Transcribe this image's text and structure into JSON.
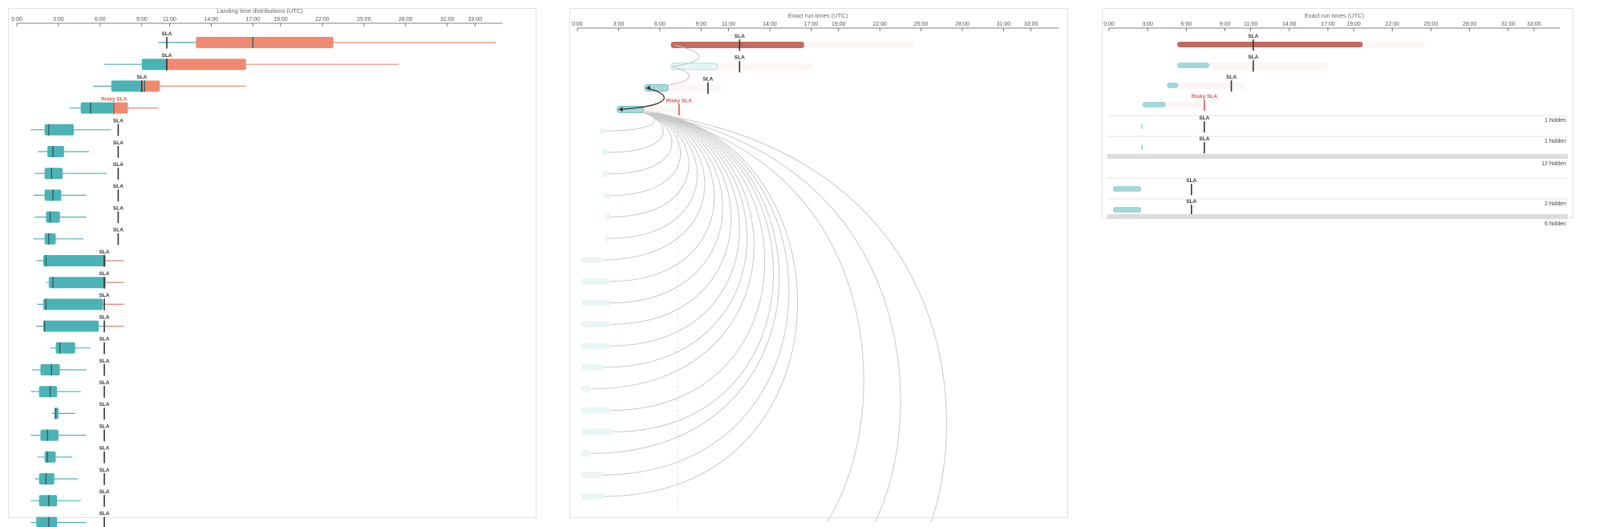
{
  "colors": {
    "teal": "#4bb3b6",
    "teal_dark": "#2e7f82",
    "salmon": "#ef8a70",
    "brick": "#c56a5d",
    "risk": "#d9534f",
    "axis": "#555555",
    "connector": "#c8c8c8",
    "hidden_bar": "#dcdcdc"
  },
  "axis_ticks": [
    "0:00",
    "3:00",
    "6:00",
    "9:00",
    "11:00",
    "14:00",
    "17:00",
    "19:00",
    "22:00",
    "25:00",
    "28:00",
    "31:00",
    "33:00"
  ],
  "markers": {
    "sla": "SLA",
    "risky_sla": "Risky SLA"
  },
  "chart_data": [
    {
      "type": "box",
      "title": "Landing time distributions (UTC)",
      "x_unit": "hours since 0:00",
      "xlim": [
        0,
        35
      ],
      "rows": [
        {
          "whisker": [
            10.2,
            34.5
          ],
          "box": [
            12.9,
            22.8
          ],
          "median": 17.0,
          "sla": 10.8,
          "sla_label": "SLA",
          "tone": "late"
        },
        {
          "whisker": [
            6.3,
            27.5
          ],
          "box": [
            9.0,
            16.5
          ],
          "median": 10.8,
          "sla": 10.8,
          "sla_label": "SLA",
          "tone": "split",
          "split_at": 10.8
        },
        {
          "whisker": [
            5.5,
            16.5
          ],
          "box": [
            6.8,
            10.3
          ],
          "median": 9.2,
          "sla": 9.0,
          "sla_label": "SLA",
          "tone": "split",
          "split_at": 9.0
        },
        {
          "whisker": [
            3.8,
            10.2
          ],
          "box": [
            4.6,
            8.0
          ],
          "median": 5.3,
          "sla": 7.0,
          "sla_label": "Risky SLA",
          "tone": "split",
          "split_at": 7.0,
          "risky": true
        },
        {
          "whisker": [
            1.0,
            6.8
          ],
          "box": [
            2.0,
            4.1
          ],
          "median": 2.3,
          "sla": 7.3,
          "sla_label": "SLA",
          "tone": "ok"
        },
        {
          "whisker": [
            1.5,
            5.2
          ],
          "box": [
            2.2,
            3.4
          ],
          "median": 2.6,
          "sla": 7.3,
          "sla_label": "SLA",
          "tone": "ok"
        },
        {
          "whisker": [
            1.3,
            6.5
          ],
          "box": [
            2.0,
            3.3
          ],
          "median": 2.5,
          "sla": 7.3,
          "sla_label": "SLA",
          "tone": "ok"
        },
        {
          "whisker": [
            1.2,
            5.0
          ],
          "box": [
            2.0,
            3.2
          ],
          "median": 2.6,
          "sla": 7.3,
          "sla_label": "SLA",
          "tone": "ok"
        },
        {
          "whisker": [
            1.3,
            5.0
          ],
          "box": [
            2.1,
            3.1
          ],
          "median": 2.4,
          "sla": 7.3,
          "sla_label": "SLA",
          "tone": "ok"
        },
        {
          "whisker": [
            1.2,
            4.8
          ],
          "box": [
            2.0,
            2.8
          ],
          "median": 2.3,
          "sla": 7.3,
          "sla_label": "SLA",
          "tone": "ok"
        },
        {
          "whisker": [
            1.4,
            7.7
          ],
          "box": [
            1.9,
            6.4
          ],
          "median": 2.1,
          "sla": 6.3,
          "sla_label": "SLA",
          "tone": "ok",
          "late_tail": 7.7
        },
        {
          "whisker": [
            2.1,
            7.7
          ],
          "box": [
            2.3,
            6.4
          ],
          "median": 2.6,
          "sla": 6.3,
          "sla_label": "SLA",
          "tone": "ok",
          "late_tail": 7.7
        },
        {
          "whisker": [
            1.5,
            7.7
          ],
          "box": [
            1.9,
            6.2
          ],
          "median": 2.1,
          "sla": 6.3,
          "sla_label": "SLA",
          "tone": "ok",
          "late_tail": 7.7
        },
        {
          "whisker": [
            1.4,
            7.7
          ],
          "box": [
            1.9,
            5.9
          ],
          "median": 2.0,
          "sla": 6.3,
          "sla_label": "SLA",
          "tone": "ok",
          "late_tail": 7.7
        },
        {
          "whisker": [
            2.4,
            5.3
          ],
          "box": [
            2.8,
            4.2
          ],
          "median": 3.1,
          "sla": 6.3,
          "sla_label": "SLA",
          "tone": "ok"
        },
        {
          "whisker": [
            1.1,
            5.0
          ],
          "box": [
            1.7,
            3.1
          ],
          "median": 2.5,
          "sla": 6.3,
          "sla_label": "SLA",
          "tone": "ok"
        },
        {
          "whisker": [
            1.0,
            4.6
          ],
          "box": [
            1.6,
            2.9
          ],
          "median": 2.4,
          "sla": 6.3,
          "sla_label": "SLA",
          "tone": "ok"
        },
        {
          "whisker": [
            2.5,
            4.2
          ],
          "box": [
            2.7,
            3.0
          ],
          "median": 2.8,
          "sla": 6.3,
          "sla_label": "SLA",
          "tone": "ok"
        },
        {
          "whisker": [
            1.0,
            5.0
          ],
          "box": [
            1.7,
            3.0
          ],
          "median": 2.2,
          "sla": 6.3,
          "sla_label": "SLA",
          "tone": "ok"
        },
        {
          "whisker": [
            1.5,
            4.0
          ],
          "box": [
            2.0,
            2.8
          ],
          "median": 2.2,
          "sla": 6.3,
          "sla_label": "SLA",
          "tone": "ok"
        },
        {
          "whisker": [
            1.3,
            4.4
          ],
          "box": [
            1.6,
            2.7
          ],
          "median": 2.1,
          "sla": 6.3,
          "sla_label": "SLA",
          "tone": "ok"
        },
        {
          "whisker": [
            1.0,
            4.6
          ],
          "box": [
            1.6,
            2.9
          ],
          "median": 2.3,
          "sla": 6.3,
          "sla_label": "SLA",
          "tone": "ok"
        },
        {
          "whisker": [
            1.0,
            5.0
          ],
          "box": [
            1.4,
            2.9
          ],
          "median": 2.3,
          "sla": 6.3,
          "sla_label": "SLA",
          "tone": "ok"
        }
      ]
    },
    {
      "type": "gantt",
      "title": "Exact run times (UTC)",
      "x_unit": "hours since 0:00",
      "xlim": [
        0,
        35
      ],
      "rows": [
        {
          "bar": [
            6.8,
            16.5
          ],
          "ghost_end": 24.5,
          "sla": 11.8,
          "sla_label": "SLA",
          "style": "late"
        },
        {
          "bar": [
            6.8,
            10.2
          ],
          "ghost_end": 17.0,
          "sla": 11.8,
          "sla_label": "SLA",
          "style": "light"
        },
        {
          "bar": [
            4.9,
            6.6
          ],
          "ghost_end": 10.5,
          "sla": 9.5,
          "sla_label": "SLA",
          "style": "teal"
        },
        {
          "bar": [
            2.9,
            4.8
          ],
          "ghost_end": 7.6,
          "sla": 7.4,
          "sla_label": "Risky SLA",
          "style": "teal",
          "risky": true
        },
        {
          "bar": [
            1.6,
            2.0
          ],
          "style": "faint"
        },
        {
          "bar": [
            1.8,
            2.2
          ],
          "style": "faint"
        },
        {
          "bar": [
            1.8,
            2.3
          ],
          "style": "faint"
        },
        {
          "bar": [
            1.9,
            2.4
          ],
          "style": "faint"
        },
        {
          "bar": [
            2.0,
            2.4
          ],
          "style": "faint"
        },
        {
          "bar": [
            2.0,
            2.3
          ],
          "style": "faint"
        },
        {
          "bar": [
            0.3,
            1.8
          ],
          "style": "faint"
        },
        {
          "bar": [
            0.3,
            2.4
          ],
          "style": "faint"
        },
        {
          "bar": [
            0.3,
            2.4
          ],
          "style": "faint"
        },
        {
          "bar": [
            0.3,
            2.4
          ],
          "style": "faint"
        },
        {
          "bar": [
            0.3,
            2.4
          ],
          "style": "faint"
        },
        {
          "bar": [
            0.3,
            1.9
          ],
          "style": "faint"
        },
        {
          "bar": [
            0.3,
            1.0
          ],
          "style": "faint"
        },
        {
          "bar": [
            0.3,
            2.4
          ],
          "style": "faint"
        },
        {
          "bar": [
            0.3,
            2.6
          ],
          "style": "faint"
        },
        {
          "bar": [
            0.3,
            1.0
          ],
          "style": "faint"
        },
        {
          "bar": [
            0.3,
            1.8
          ],
          "style": "faint"
        },
        {
          "bar": [
            0.3,
            1.9
          ],
          "style": "faint"
        }
      ]
    },
    {
      "type": "gantt",
      "title": "Exact run times (UTC)",
      "x_unit": "hours since 0:00",
      "xlim": [
        0,
        35
      ],
      "rows": [
        {
          "bar": [
            5.3,
            19.7
          ],
          "ghost_end": 24.5,
          "sla": 11.2,
          "sla_label": "SLA",
          "style": "late"
        },
        {
          "bar": [
            5.3,
            7.8
          ],
          "ghost_end": 17.0,
          "sla": 11.2,
          "sla_label": "SLA",
          "style": "teal"
        },
        {
          "bar": [
            4.5,
            5.4
          ],
          "ghost_end": 10.5,
          "sla": 9.5,
          "sla_label": "SLA",
          "style": "teal"
        },
        {
          "bar": [
            2.6,
            4.4
          ],
          "ghost_end": 7.2,
          "sla": 7.4,
          "sla_label": "Risky SLA",
          "style": "teal",
          "risky": true
        },
        {
          "bar": [
            2.5,
            2.6
          ],
          "sla": 7.4,
          "sla_label": "SLA",
          "style": "teal",
          "hidden_label": "1 hidden"
        },
        {
          "bar": [
            2.5,
            2.6
          ],
          "sla": 7.4,
          "sla_label": "SLA",
          "style": "teal",
          "hidden_label": "1 hidden"
        },
        {
          "collapsed": true,
          "hidden_label": "12 hidden"
        },
        {
          "bar": [
            0.3,
            2.5
          ],
          "sla": 6.4,
          "sla_label": "SLA",
          "style": "teal"
        },
        {
          "bar": [
            0.3,
            2.5
          ],
          "sla": 6.4,
          "sla_label": "SLA",
          "style": "teal",
          "hidden_label": "2 hidden"
        },
        {
          "collapsed": true,
          "hidden_label": "6 hidden"
        }
      ]
    }
  ]
}
